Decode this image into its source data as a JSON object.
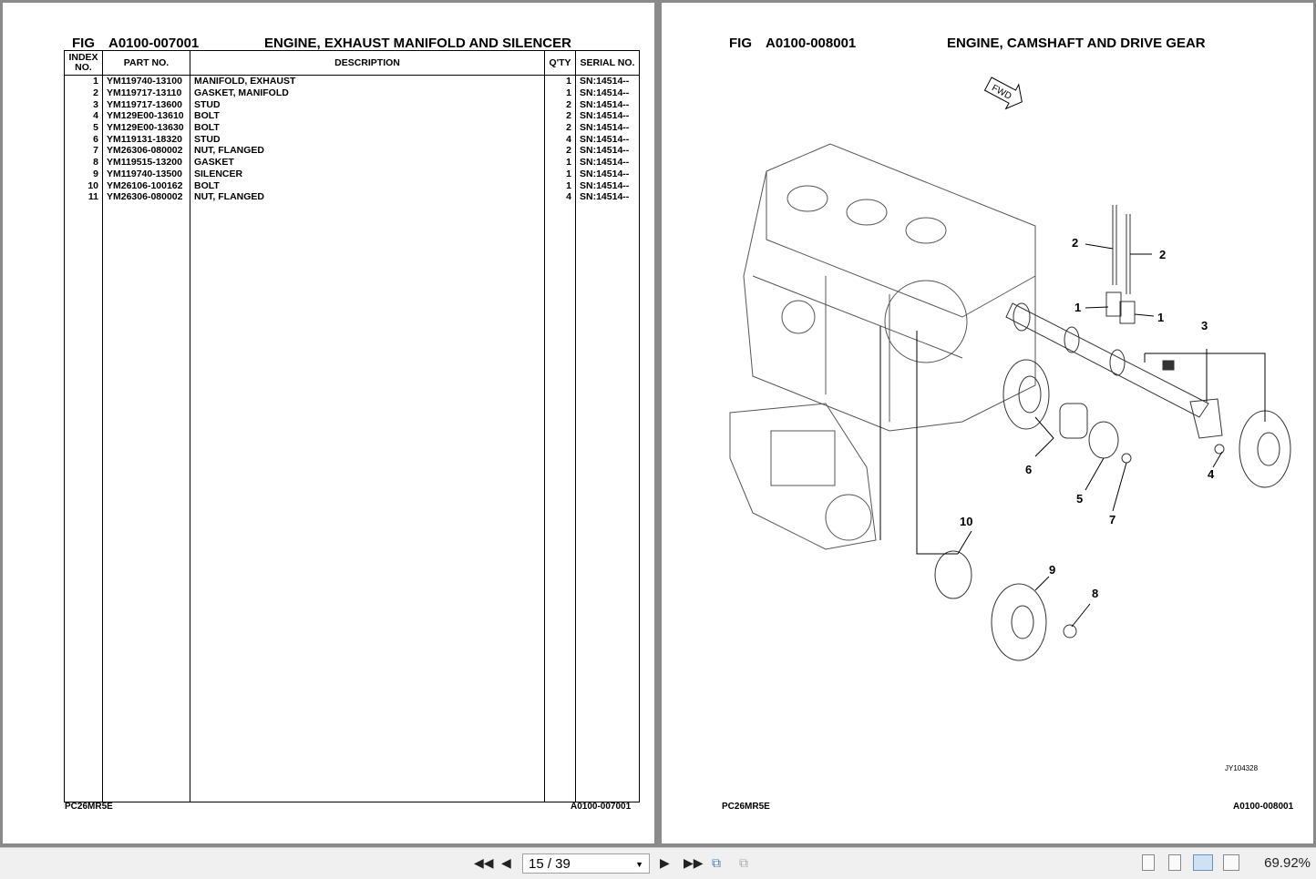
{
  "left_page": {
    "fig_label": "FIG",
    "fig_number": "A0100-007001",
    "title": "ENGINE, EXHAUST MANIFOLD AND SILENCER",
    "columns": [
      "INDEX NO.",
      "PART NO.",
      "DESCRIPTION",
      "Q'TY",
      "SERIAL NO."
    ],
    "rows": [
      {
        "index": "1",
        "part": "YM119740-13100",
        "desc": "MANIFOLD, EXHAUST",
        "qty": "1",
        "serial": "SN:14514--"
      },
      {
        "index": "2",
        "part": "YM119717-13110",
        "desc": "GASKET, MANIFOLD",
        "qty": "1",
        "serial": "SN:14514--"
      },
      {
        "index": "3",
        "part": "YM119717-13600",
        "desc": "STUD",
        "qty": "2",
        "serial": "SN:14514--"
      },
      {
        "index": "4",
        "part": "YM129E00-13610",
        "desc": "BOLT",
        "qty": "2",
        "serial": "SN:14514--"
      },
      {
        "index": "5",
        "part": "YM129E00-13630",
        "desc": "BOLT",
        "qty": "2",
        "serial": "SN:14514--"
      },
      {
        "index": "6",
        "part": "YM119131-18320",
        "desc": "STUD",
        "qty": "4",
        "serial": "SN:14514--"
      },
      {
        "index": "7",
        "part": "YM26306-080002",
        "desc": "NUT, FLANGED",
        "qty": "2",
        "serial": "SN:14514--"
      },
      {
        "index": "8",
        "part": "YM119515-13200",
        "desc": "GASKET",
        "qty": "1",
        "serial": "SN:14514--"
      },
      {
        "index": "9",
        "part": "YM119740-13500",
        "desc": "SILENCER",
        "qty": "1",
        "serial": "SN:14514--"
      },
      {
        "index": "10",
        "part": "YM26106-100162",
        "desc": "BOLT",
        "qty": "1",
        "serial": "SN:14514--"
      },
      {
        "index": "11",
        "part": "YM26306-080002",
        "desc": "NUT, FLANGED",
        "qty": "4",
        "serial": "SN:14514--"
      }
    ],
    "footer_model": "PC26MR5E",
    "footer_fig": "A0100-007001"
  },
  "right_page": {
    "fig_label": "FIG",
    "fig_number": "A0100-008001",
    "title": "ENGINE, CAMSHAFT AND DRIVE GEAR",
    "fwd_label": "FWD",
    "callouts": [
      "1",
      "1",
      "2",
      "2",
      "3",
      "4",
      "5",
      "6",
      "7",
      "8",
      "9",
      "10"
    ],
    "drawing_id": "JY104328",
    "footer_model": "PC26MR5E",
    "footer_fig": "A0100-008001"
  },
  "toolbar": {
    "page_value": "15 / 39",
    "zoom": "69.92%"
  }
}
